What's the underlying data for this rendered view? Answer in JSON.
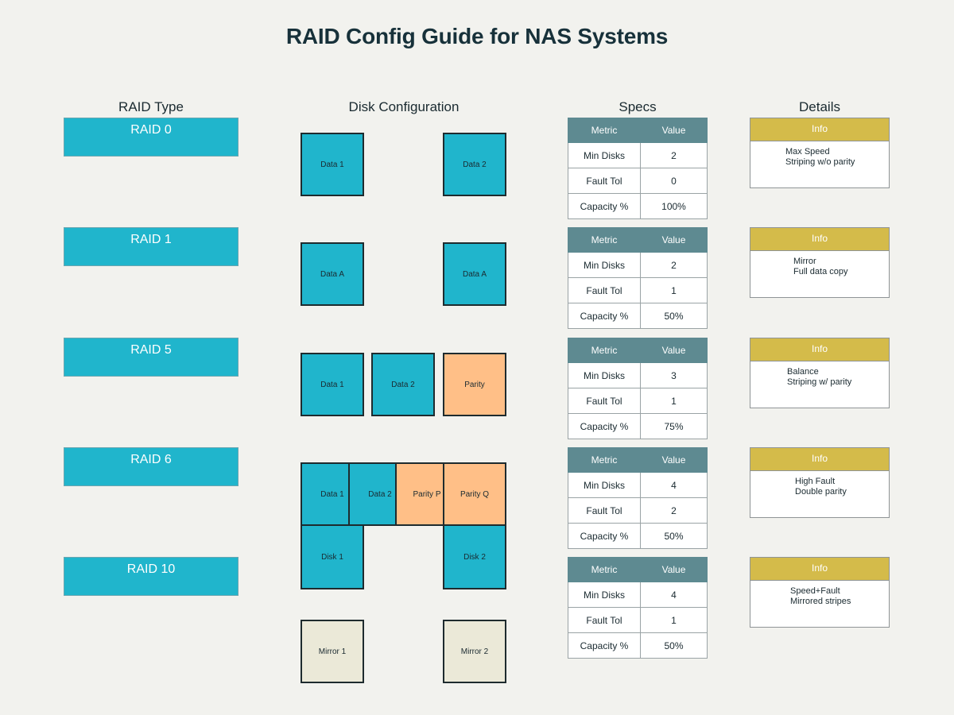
{
  "title": "RAID Config Guide for NAS Systems",
  "columns": {
    "raid_type": "RAID Type",
    "disk_config": "Disk Configuration",
    "specs": "Specs",
    "details": "Details"
  },
  "spec_headers": {
    "metric": "Metric",
    "value": "Value"
  },
  "spec_labels": {
    "min_disks": "Min Disks",
    "fault_tol": "Fault Tol",
    "capacity": "Capacity %"
  },
  "info_header": "Info",
  "colors": {
    "data": "#20b5cc",
    "parity": "#ffbf87",
    "mirror": "#ebe9d8",
    "spec_header": "#5e8a91",
    "info_header": "#d4bb4a"
  },
  "raids": [
    {
      "name": "RAID 0",
      "disks": [
        "Data 1",
        "Data 2"
      ],
      "specs": {
        "min_disks": "2",
        "fault_tol": "0",
        "capacity": "100%"
      },
      "info": [
        "Max Speed",
        "Striping w/o parity"
      ]
    },
    {
      "name": "RAID 1",
      "disks": [
        "Data A",
        "Data A"
      ],
      "specs": {
        "min_disks": "2",
        "fault_tol": "1",
        "capacity": "50%"
      },
      "info": [
        "Mirror",
        "Full data copy"
      ]
    },
    {
      "name": "RAID 5",
      "disks": [
        "Data 1",
        "Data 2",
        "Parity"
      ],
      "specs": {
        "min_disks": "3",
        "fault_tol": "1",
        "capacity": "75%"
      },
      "info": [
        "Balance",
        "Striping w/ parity"
      ]
    },
    {
      "name": "RAID 6",
      "disks": [
        "Data 1",
        "Data 2",
        "Parity P",
        "Parity Q"
      ],
      "specs": {
        "min_disks": "4",
        "fault_tol": "2",
        "capacity": "50%"
      },
      "info": [
        "High Fault",
        "Double parity"
      ]
    },
    {
      "name": "RAID 10",
      "disks": [
        "Disk 1",
        "Disk 2",
        "Mirror 1",
        "Mirror 2"
      ],
      "specs": {
        "min_disks": "4",
        "fault_tol": "1",
        "capacity": "50%"
      },
      "info": [
        "Speed+Fault",
        "Mirrored stripes"
      ]
    }
  ]
}
